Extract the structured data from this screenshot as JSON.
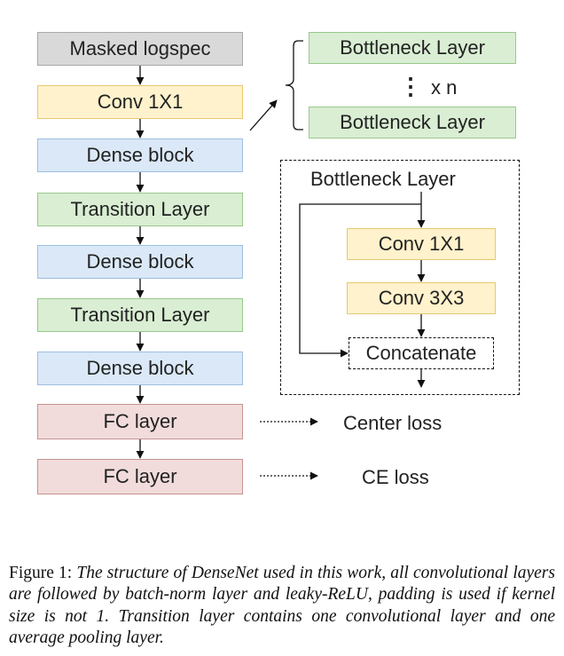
{
  "main_column": [
    {
      "id": "masked-logspec",
      "label": "Masked logspec",
      "color": "gray"
    },
    {
      "id": "conv-1x1",
      "label": "Conv 1X1",
      "color": "yellow"
    },
    {
      "id": "dense-block-1",
      "label": "Dense block",
      "color": "blue"
    },
    {
      "id": "transition-layer-1",
      "label": "Transition Layer",
      "color": "green"
    },
    {
      "id": "dense-block-2",
      "label": "Dense block",
      "color": "blue"
    },
    {
      "id": "transition-layer-2",
      "label": "Transition Layer",
      "color": "green"
    },
    {
      "id": "dense-block-3",
      "label": "Dense block",
      "color": "blue"
    },
    {
      "id": "fc-layer-1",
      "label": "FC layer",
      "color": "red"
    },
    {
      "id": "fc-layer-2",
      "label": "FC layer",
      "color": "red"
    }
  ],
  "dense_block_expansion": {
    "top_layer": "Bottleneck Layer",
    "ellipsis": "⋮",
    "repeat": "x  n",
    "bottom_layer": "Bottleneck Layer"
  },
  "bottleneck_detail": {
    "title": "Bottleneck Layer",
    "conv_a": "Conv 1X1",
    "conv_b": "Conv 3X3",
    "concat": "Concatenate"
  },
  "losses": {
    "center": "Center loss",
    "ce": "CE loss"
  },
  "colors": {
    "gray": "#d9d9d9",
    "yellow": "#fff2cc",
    "blue": "#dae8f7",
    "green": "#d9eed3",
    "red": "#f1dcdb"
  },
  "caption": {
    "prefix": "Figure 1: ",
    "text": "The structure of DenseNet used in this work, all convolutional layers are followed by batch-norm layer and leaky-ReLU, padding is used if kernel size is not 1. Transition layer contains one convolutional layer and one average pooling layer."
  }
}
